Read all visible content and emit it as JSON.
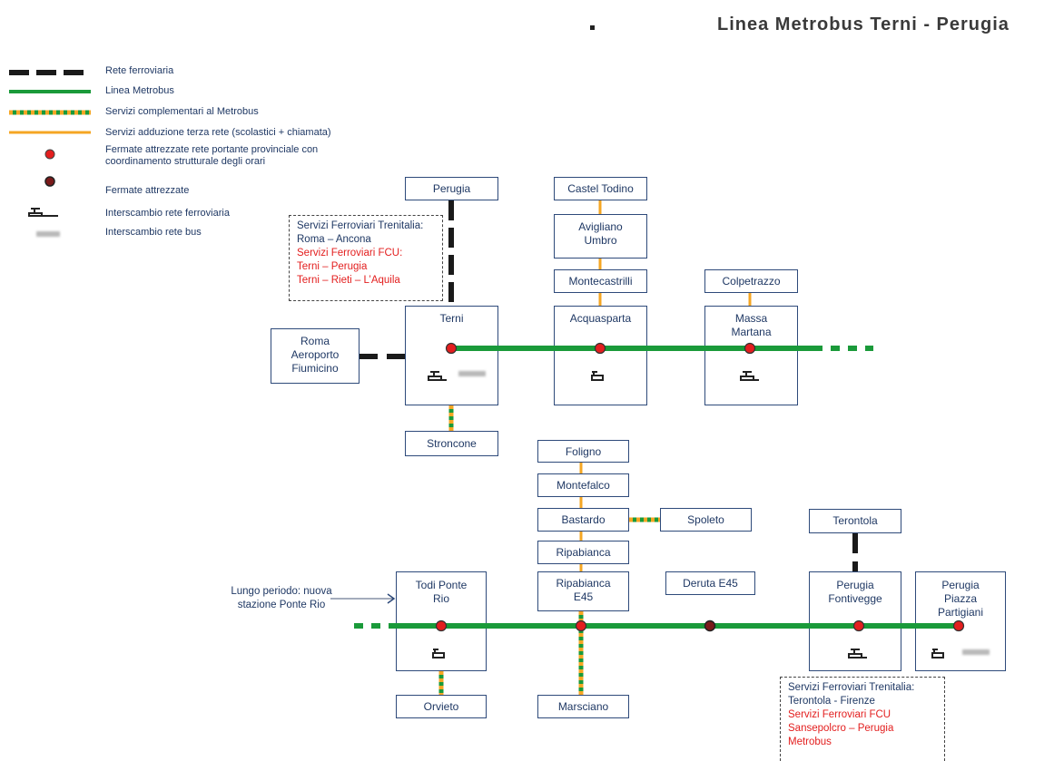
{
  "title": "Linea Metrobus Terni - Perugia",
  "legend": [
    {
      "label": "Rete ferroviaria",
      "icon": "railway-line"
    },
    {
      "label": "Linea Metrobus",
      "icon": "metrobus-line"
    },
    {
      "label": "Servizi complementari al Metrobus",
      "icon": "complementary-line"
    },
    {
      "label": "Servizi adduzione terza rete (scolastici + chiamata)",
      "icon": "feeder-line"
    },
    {
      "label": "Fermate attrezzate rete portante provinciale con coordinamento strutturale degli orari",
      "icon": "equipped-stop-red"
    },
    {
      "label": "Fermate attrezzate",
      "icon": "equipped-stop"
    },
    {
      "label": "Interscambio rete ferroviaria",
      "icon": "train-icon"
    },
    {
      "label": "Interscambio rete bus",
      "icon": "bus-icon"
    }
  ],
  "stations": {
    "perugia_top": "Perugia",
    "terni": "Terni",
    "roma_fiumicino": "Roma Aeroporto Fiumicino",
    "stroncone": "Stroncone",
    "castel_todino": "Castel Todino",
    "avigliano_umbro": "Avigliano Umbro",
    "montecastrilli": "Montecastrilli",
    "acquasparta": "Acquasparta",
    "colpetrazzo": "Colpetrazzo",
    "massa_martana": "Massa Martana",
    "foligno": "Foligno",
    "montefalco": "Montefalco",
    "bastardo": "Bastardo",
    "spoleto": "Spoleto",
    "ripabianca": "Ripabianca",
    "ripabianca_e45": "Ripabianca E45",
    "deruta_e45": "Deruta E45",
    "todi_ponte_rio": "Todi Ponte Rio",
    "orvieto": "Orvieto",
    "marsciano": "Marsciano",
    "terontola": "Terontola",
    "perugia_fontivegge": "Perugia Fontivegge",
    "perugia_piazza_partigiani": "Perugia Piazza Partigiani"
  },
  "notes": {
    "terni_rail": {
      "line1": "Servizi Ferroviari Trenitalia:",
      "line2": "Roma – Ancona",
      "line3": "Servizi Ferroviari FCU:",
      "line4": "Terni – Perugia",
      "line5": "Terni – Rieti – L’Aquila"
    },
    "fontivegge_rail": {
      "line1": "Servizi Ferroviari Trenitalia:",
      "line2": "Terontola - Firenze",
      "line3": "Servizi Ferroviari FCU",
      "line4": "Sansepolcro – Perugia",
      "line5": "Metrobus"
    }
  },
  "annotation": "Lungo periodo: nuova stazione Ponte Rio",
  "colors": {
    "railway": "#1a1a1a",
    "metrobus": "#1a9a3a",
    "complementary": "#f5a623",
    "stop_red": "#e31e1e",
    "text": "#1f3864"
  }
}
